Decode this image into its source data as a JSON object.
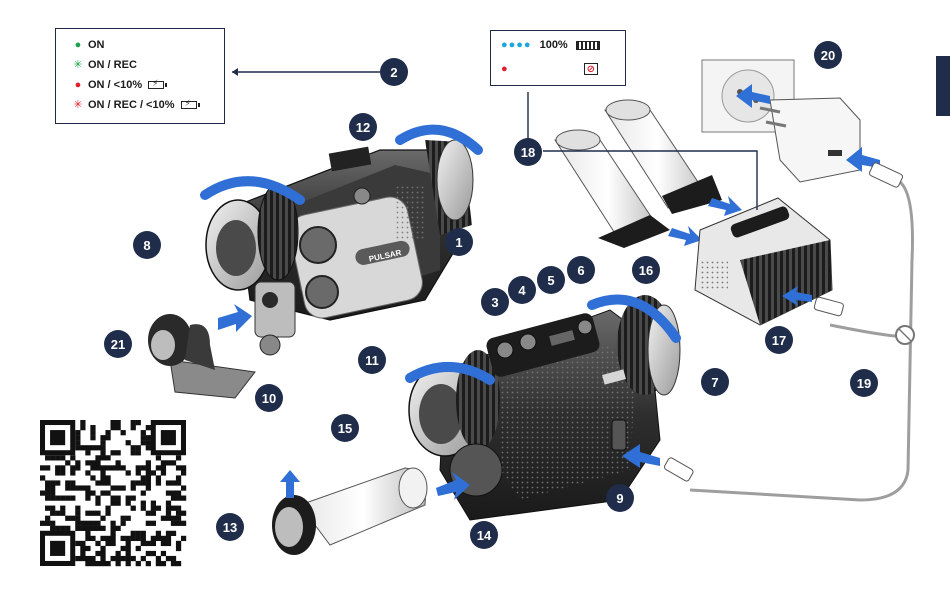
{
  "legend_left": {
    "items": [
      {
        "symbol": "dot-icon",
        "color": "#19a34a",
        "label": "ON"
      },
      {
        "symbol": "burst-icon",
        "color": "#19a34a",
        "label": "ON / REC"
      },
      {
        "symbol": "dot-icon",
        "color": "#e01e2e",
        "label": "ON / <10%"
      },
      {
        "symbol": "burst-icon",
        "color": "#e01e2e",
        "label": "ON / REC / <10%"
      }
    ]
  },
  "legend_right": {
    "full_label": "100%",
    "dot_colors": [
      "#1aa6e0",
      "#e01e2e"
    ]
  },
  "callouts": [
    "1",
    "2",
    "3",
    "4",
    "5",
    "6",
    "7",
    "8",
    "9",
    "10",
    "11",
    "12",
    "13",
    "14",
    "15",
    "16",
    "17",
    "18",
    "19",
    "20",
    "21"
  ],
  "colors": {
    "callout_bg": "#1f2c4a",
    "arrow": "#2f6fd6",
    "device_dark": "#2a2a2a",
    "device_mid": "#8a8a8a",
    "device_light": "#d6d6d6",
    "cable": "#9e9e9e"
  },
  "icons": [
    "battery-charging-icon",
    "battery-full-icon",
    "battery-error-icon",
    "qr-code-icon",
    "wall-socket-icon",
    "charger-icon",
    "usb-plug-icon"
  ]
}
